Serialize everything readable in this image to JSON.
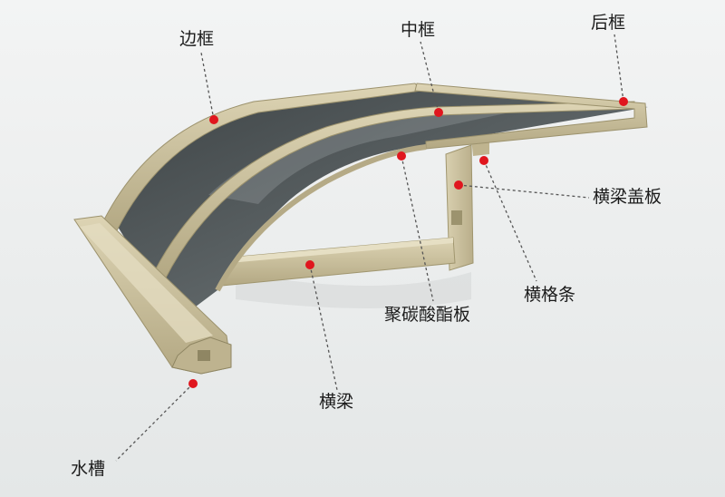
{
  "diagram": {
    "labels": {
      "side_frame": "边框",
      "middle_frame": "中框",
      "rear_frame": "后框",
      "beam_cover_plate": "横梁盖板",
      "polycarbonate_sheet": "聚碳酸酯板",
      "cross_bar": "横格条",
      "beam": "横梁",
      "water_gutter": "水槽"
    },
    "colors": {
      "background": "#eef0f0",
      "marker": "#e0161e",
      "leader_line": "#555555",
      "aluminum": "#c9bf9c",
      "panel": "#4a5052"
    }
  }
}
